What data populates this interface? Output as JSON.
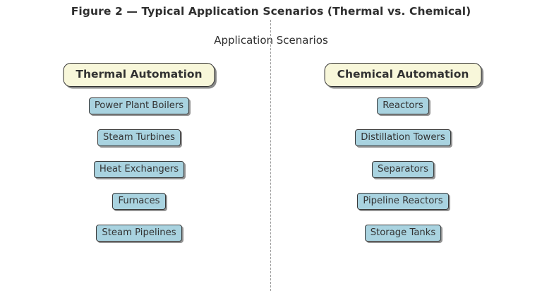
{
  "figure": {
    "title": "Figure 2 — Typical Application Scenarios (Thermal vs. Chemical)",
    "subtitle": "Application Scenarios"
  },
  "colors": {
    "background": "#ffffff",
    "header_fill": "#f8f7da",
    "node_fill": "#a9d3e0",
    "border": "#2f2f2f",
    "text": "#333333",
    "divider": "#9a9a9a"
  },
  "chart_data": {
    "type": "diagram",
    "title": "Figure 2 — Typical Application Scenarios (Thermal vs. Chemical)",
    "subtitle": "Application Scenarios",
    "layout": "two-column comparison, vertical dashed divider at center",
    "columns": [
      {
        "header": "Thermal Automation",
        "items": [
          "Power Plant Boilers",
          "Steam Turbines",
          "Heat Exchangers",
          "Furnaces",
          "Steam Pipelines"
        ]
      },
      {
        "header": "Chemical Automation",
        "items": [
          "Reactors",
          "Distillation Towers",
          "Separators",
          "Pipeline Reactors",
          "Storage Tanks"
        ]
      }
    ]
  }
}
